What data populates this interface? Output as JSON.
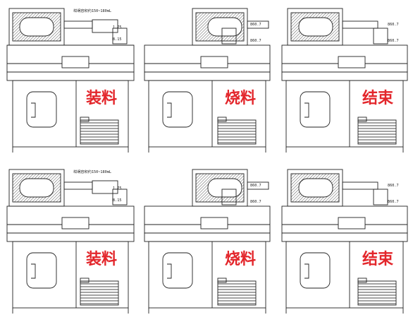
{
  "diagram": {
    "rows": [
      {
        "panels": [
          {
            "stage_label": "装料",
            "note": "坩埚容积约150~180mL",
            "dims": [
              "1.75",
              "8.15"
            ]
          },
          {
            "stage_label": "烧料",
            "dims": [
              "860.7",
              "860.7"
            ]
          },
          {
            "stage_label": "结束",
            "dims": [
              "860.7",
              "860.7"
            ]
          }
        ]
      },
      {
        "panels": [
          {
            "stage_label": "装料",
            "note": "坩埚容积约150~180mL",
            "dims": [
              "1.75",
              "8.15"
            ]
          },
          {
            "stage_label": "烧料",
            "dims": [
              "860.7",
              "860.7"
            ]
          },
          {
            "stage_label": "结束",
            "dims": [
              "860.7",
              "860.7"
            ]
          }
        ]
      }
    ]
  }
}
